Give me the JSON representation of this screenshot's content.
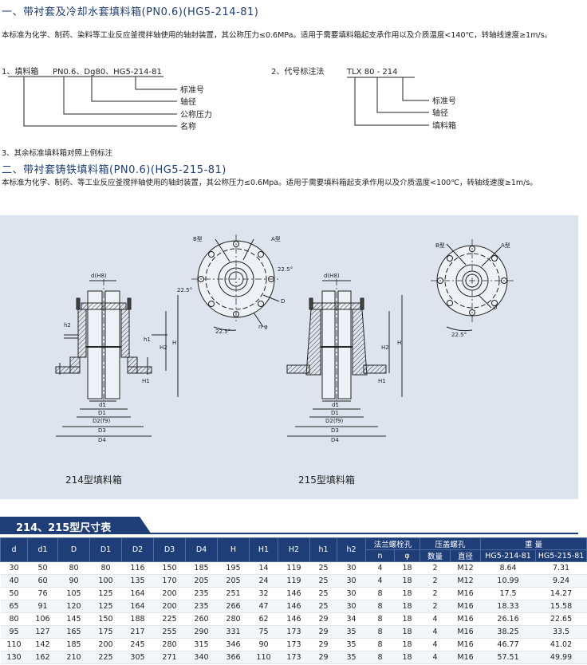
{
  "section1": {
    "title": "一、带衬套及冷却水套填料箱(PN0.6)(HG5-214-81)",
    "body": "本标准为化学、制药、染料等工业反应釜搅拌轴使用的轴封装置，其公称压力≤0.6MPa。适用于需要填料箱起支承作用以及介质温度<140℃，转轴线速度≥1m/s。"
  },
  "example1": {
    "prefix": "1、填料箱",
    "code": "PN0.6、Dg80、HG5-214-81",
    "labels": [
      "标准号",
      "轴径",
      "公称压力",
      "名称"
    ]
  },
  "example2": {
    "prefix": "2、代号标注法",
    "code": "TLX  80 - 214",
    "labels": [
      "标准号",
      "轴径",
      "填料箱"
    ]
  },
  "note3": "3、其余标准填料箱对照上例标注",
  "section2": {
    "title": "二、带衬套铸铁填料箱(PN0.6)(HG5-215-81)",
    "body": "本标准为化学、制药、等工业反应釜搅拌轴使用的轴封装置，其公称压力≤0.6Mpa。适用于需要填料箱起支承作用以及介质温度<100℃，转轴线速度≥1m/s。"
  },
  "drawings": {
    "caption_214": "214型填料箱",
    "caption_215": "215型填料箱",
    "labels": {
      "b_type": "B型",
      "a_type": "A型",
      "angle": "22.5°",
      "d_h8": "d(H8)",
      "n_phi": "n-φ",
      "D": "D",
      "h2": "h2",
      "h1": "h1",
      "H1": "H1",
      "H2": "H2",
      "H": "H",
      "d1": "d1",
      "D1": "D1",
      "D2": "D2(f9)",
      "D3": "D3",
      "D4": "D4"
    }
  },
  "table": {
    "title": "214、215型尺寸表",
    "headers_top": [
      "d",
      "d1",
      "D",
      "D1",
      "D2",
      "D3",
      "D4",
      "H",
      "H1",
      "H2",
      "h1",
      "h2",
      "法兰螺栓孔",
      "压盖螺孔",
      "重        量"
    ],
    "headers_sub": [
      "n",
      "φ",
      "数量",
      "直径",
      "HG5-214-81",
      "HG5-215-81"
    ],
    "rows": [
      [
        "30",
        "50",
        "80",
        "80",
        "116",
        "150",
        "185",
        "195",
        "14",
        "119",
        "25",
        "30",
        "4",
        "18",
        "2",
        "M12",
        "8.64",
        "7.31"
      ],
      [
        "40",
        "60",
        "90",
        "100",
        "135",
        "170",
        "205",
        "205",
        "24",
        "119",
        "25",
        "30",
        "4",
        "18",
        "2",
        "M12",
        "10.99",
        "9.24"
      ],
      [
        "50",
        "76",
        "105",
        "125",
        "164",
        "200",
        "235",
        "251",
        "32",
        "146",
        "25",
        "30",
        "8",
        "18",
        "2",
        "M16",
        "17.5",
        "14.27"
      ],
      [
        "65",
        "91",
        "120",
        "125",
        "164",
        "200",
        "235",
        "266",
        "47",
        "146",
        "25",
        "30",
        "8",
        "18",
        "2",
        "M16",
        "18.33",
        "15.58"
      ],
      [
        "80",
        "106",
        "145",
        "150",
        "188",
        "225",
        "260",
        "280",
        "62",
        "146",
        "29",
        "34",
        "8",
        "18",
        "4",
        "M16",
        "26.16",
        "22.65"
      ],
      [
        "95",
        "127",
        "165",
        "175",
        "217",
        "255",
        "290",
        "331",
        "75",
        "173",
        "29",
        "35",
        "8",
        "18",
        "4",
        "M16",
        "38.25",
        "33.5"
      ],
      [
        "110",
        "142",
        "185",
        "200",
        "245",
        "280",
        "315",
        "346",
        "90",
        "173",
        "29",
        "35",
        "8",
        "18",
        "4",
        "M16",
        "46.77",
        "41.02"
      ],
      [
        "130",
        "162",
        "210",
        "225",
        "305",
        "271",
        "340",
        "366",
        "110",
        "173",
        "29",
        "35",
        "8",
        "18",
        "4",
        "M16",
        "57.51",
        "49.99"
      ]
    ]
  }
}
